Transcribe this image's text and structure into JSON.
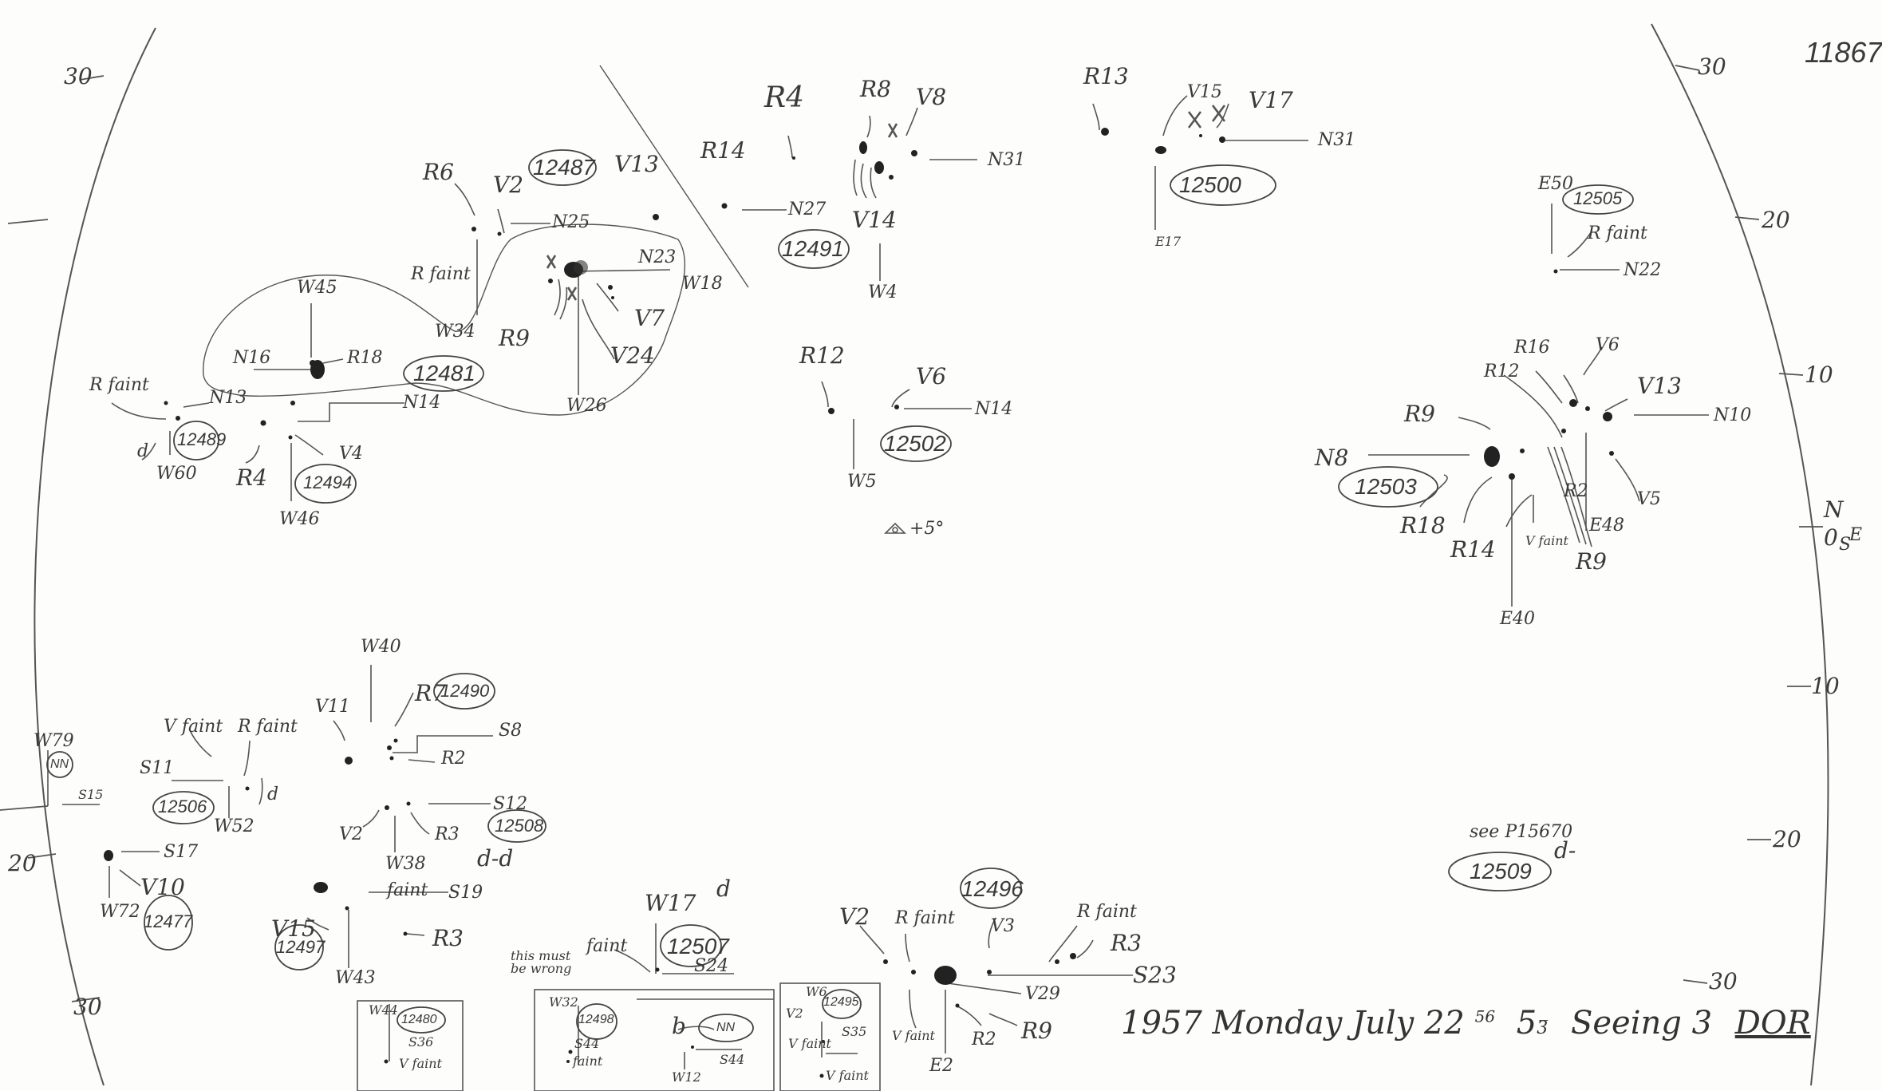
{
  "sheet_number": "11867",
  "footer": {
    "date_line": "1957 Monday July 22",
    "time_sup": "56",
    "seeing": "5",
    "seeing_frac": "3̅",
    "seeing_text": "Seeing 3",
    "initials": "DOR"
  },
  "limb_ticks": {
    "left": [
      "30",
      "20",
      "30"
    ],
    "right": [
      "30",
      "20",
      "10",
      "N",
      "0",
      "S",
      "E",
      "10",
      "20",
      "30"
    ]
  },
  "center_mark": "+5°",
  "regions": [
    {
      "id": "12487",
      "labels": [
        "R6",
        "V2",
        "V13",
        "N25",
        "N23",
        "R faint",
        "W34",
        "R9",
        "V7",
        "V24",
        "W26"
      ]
    },
    {
      "id": "12481",
      "labels": [
        "W45",
        "N16",
        "R18"
      ]
    },
    {
      "id": "12489",
      "labels": [
        "R faint",
        "N13",
        "d",
        "W60"
      ]
    },
    {
      "id": "12494",
      "labels": [
        "N14",
        "R4",
        "V4",
        "W46"
      ]
    },
    {
      "id": "12491",
      "labels": [
        "R4",
        "R14",
        "R8",
        "V8",
        "N27",
        "N31",
        "V14",
        "W18",
        "W4"
      ]
    },
    {
      "id": "12500",
      "labels": [
        "R13",
        "V15",
        "V17",
        "N31",
        "E17"
      ]
    },
    {
      "id": "12505",
      "labels": [
        "E50",
        "R faint",
        "N22"
      ]
    },
    {
      "id": "12502",
      "labels": [
        "R12",
        "V6",
        "N14",
        "W5"
      ]
    },
    {
      "id": "12503",
      "labels": [
        "R16",
        "V6",
        "R12",
        "V13",
        "R9",
        "N10",
        "N8",
        "R2",
        "E48",
        "V5",
        "R18",
        "R14",
        "V faint",
        "R9",
        "E40"
      ]
    },
    {
      "id": "12490",
      "labels": [
        "W40",
        "V11",
        "R7",
        "S8",
        "R2"
      ]
    },
    {
      "id": "12506",
      "labels": [
        "V faint",
        "R faint",
        "S11",
        "W52",
        "d"
      ]
    },
    {
      "id": "NN",
      "labels": [
        "W79",
        "S15"
      ]
    },
    {
      "id": "12508",
      "labels": [
        "S12",
        "V2",
        "R3",
        "W38",
        "d-d"
      ]
    },
    {
      "id": "12477",
      "labels": [
        "S17",
        "V10",
        "W72"
      ]
    },
    {
      "id": "12497",
      "labels": [
        "faint",
        "S19",
        "V15",
        "R3",
        "W43"
      ]
    },
    {
      "id": "12507",
      "labels": [
        "W17",
        "d",
        "faint",
        "S24"
      ]
    },
    {
      "id": "12496",
      "labels": [
        "V2",
        "R faint",
        "V3",
        "R faint",
        "R3",
        "S23",
        "V29",
        "R9",
        "R2",
        "V faint",
        "E2"
      ]
    },
    {
      "id": "12509",
      "labels": [
        "see P15670",
        "d-"
      ]
    },
    {
      "id": "12480",
      "labels": [
        "W44",
        "S36",
        "V faint"
      ]
    },
    {
      "id": "12498",
      "labels": [
        "this must be wrong",
        "W32",
        "S44",
        "faint"
      ]
    },
    {
      "id": "NN",
      "labels": [
        "b",
        "S44",
        "W12"
      ]
    },
    {
      "id": "12495",
      "labels": [
        "W6",
        "V2",
        "S35",
        "V faint",
        "V faint"
      ]
    }
  ]
}
